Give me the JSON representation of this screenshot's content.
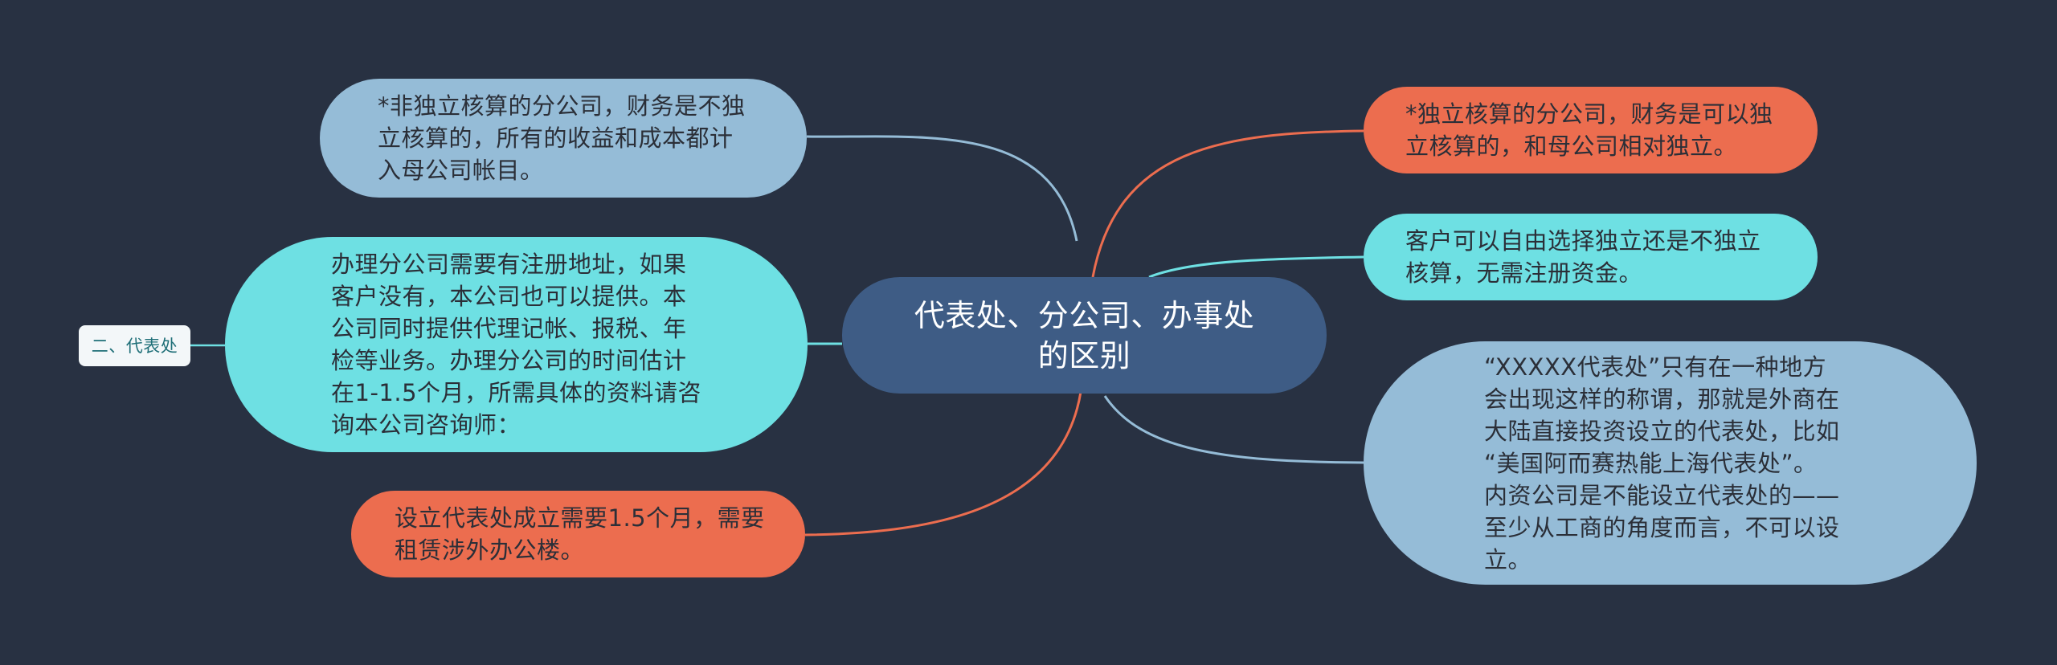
{
  "central": {
    "title": "代表处、分公司、办事处\n的区别"
  },
  "nodes": {
    "left_top": "*非独立核算的分公司，财务是不独\n立核算的，所有的收益和成本都计\n入母公司帐目。",
    "left_middle": "办理分公司需要有注册地址，如果\n客户没有，本公司也可以提供。本\n公司同时提供代理记帐、报税、年\n检等业务。办理分公司的时间估计\n在1-1.5个月，所需具体的资料请咨\n询本公司咨询师：",
    "left_tag": "二、代表处",
    "left_bottom": "设立代表处成立需要1.5个月，需要\n租赁涉外办公楼。",
    "right_top": "*独立核算的分公司，财务是可以独\n立核算的，和母公司相对独立。",
    "right_middle": "客户可以自由选择独立还是不独立\n核算，无需注册资金。",
    "right_bottom": "“XXXXX代表处”只有在一种地方\n会出现这样的称谓，那就是外商在\n大陆直接投资设立的代表处，比如\n“美国阿而赛热能上海代表处”。\n内资公司是不能设立代表处的——\n至少从工商的角度而言，不可以设\n立。"
  },
  "colors": {
    "background": "#283142",
    "central": "#3e5c85",
    "blue_node": "#95bcd7",
    "cyan_node": "#6ee0e3",
    "orange_node": "#ec6d4f",
    "tag_node": "#f3f7f9"
  }
}
